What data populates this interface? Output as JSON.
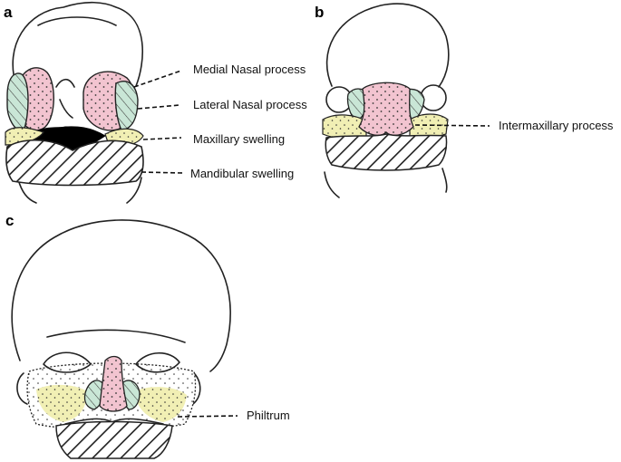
{
  "panels": {
    "a": {
      "letter": "a",
      "labels": {
        "medial_nasal": "Medial Nasal process",
        "lateral_nasal": "Lateral Nasal process",
        "maxillary": "Maxillary swelling",
        "mandibular": "Mandibular swelling"
      }
    },
    "b": {
      "letter": "b",
      "labels": {
        "intermaxillary": "Intermaxillary process"
      }
    },
    "c": {
      "letter": "c",
      "labels": {
        "philtrum": "Philtrum"
      }
    }
  },
  "colors": {
    "medial_nasal_fill": "#f2c4d0",
    "lateral_nasal_fill": "#c9e6d6",
    "maxillary_fill": "#f1efb4",
    "mandibular_hatch": "#222222",
    "stipple": "#333333"
  }
}
